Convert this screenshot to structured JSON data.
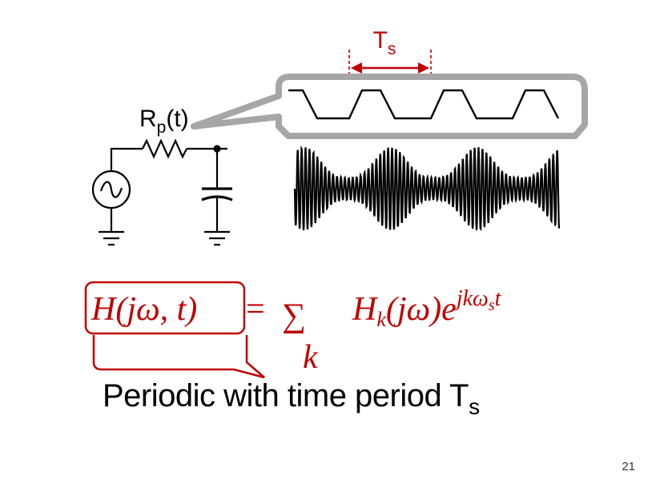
{
  "period_label": {
    "main": "T",
    "sub": "s"
  },
  "resistor_label": {
    "main": "R",
    "sub": "p",
    "suffix": "(t)"
  },
  "formula": {
    "lhs": "H(jω, t)",
    "equals": "=",
    "sum": "∑",
    "sum_index": "k",
    "rhs": "H",
    "rhs_sub": "k",
    "rhs_arg": "(jω)e",
    "exponent": "jkω",
    "exponent_sub": "s",
    "exponent_tail": "t"
  },
  "caption": {
    "main": "Periodic with time period T",
    "sub": "s"
  },
  "page_number": "21",
  "colors": {
    "accent": "#c00000",
    "callout_border": "#a6a6a6",
    "ink": "#000000"
  },
  "icons": [
    "ac-source-icon",
    "resistor-icon",
    "capacitor-icon",
    "ground-icon"
  ]
}
